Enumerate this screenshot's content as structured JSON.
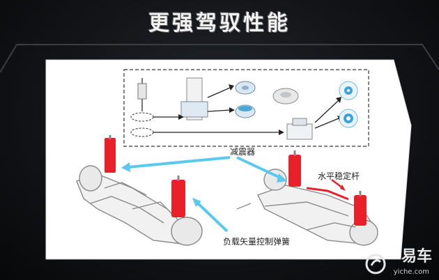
{
  "slide": {
    "title": "更强驾驭性能",
    "labels": {
      "shock_absorber": "减震器",
      "stabilizer_bar": "水平稳定杆",
      "spring": "负载矢量控制弹簧"
    }
  },
  "watermark": {
    "brand": "易车",
    "url": "yiche.com"
  },
  "colors": {
    "accent_red": "#e8202a",
    "arrow_blue": "#5bc8ee",
    "diagram_bg": "#ffffff",
    "screen_bg": "#121418"
  }
}
